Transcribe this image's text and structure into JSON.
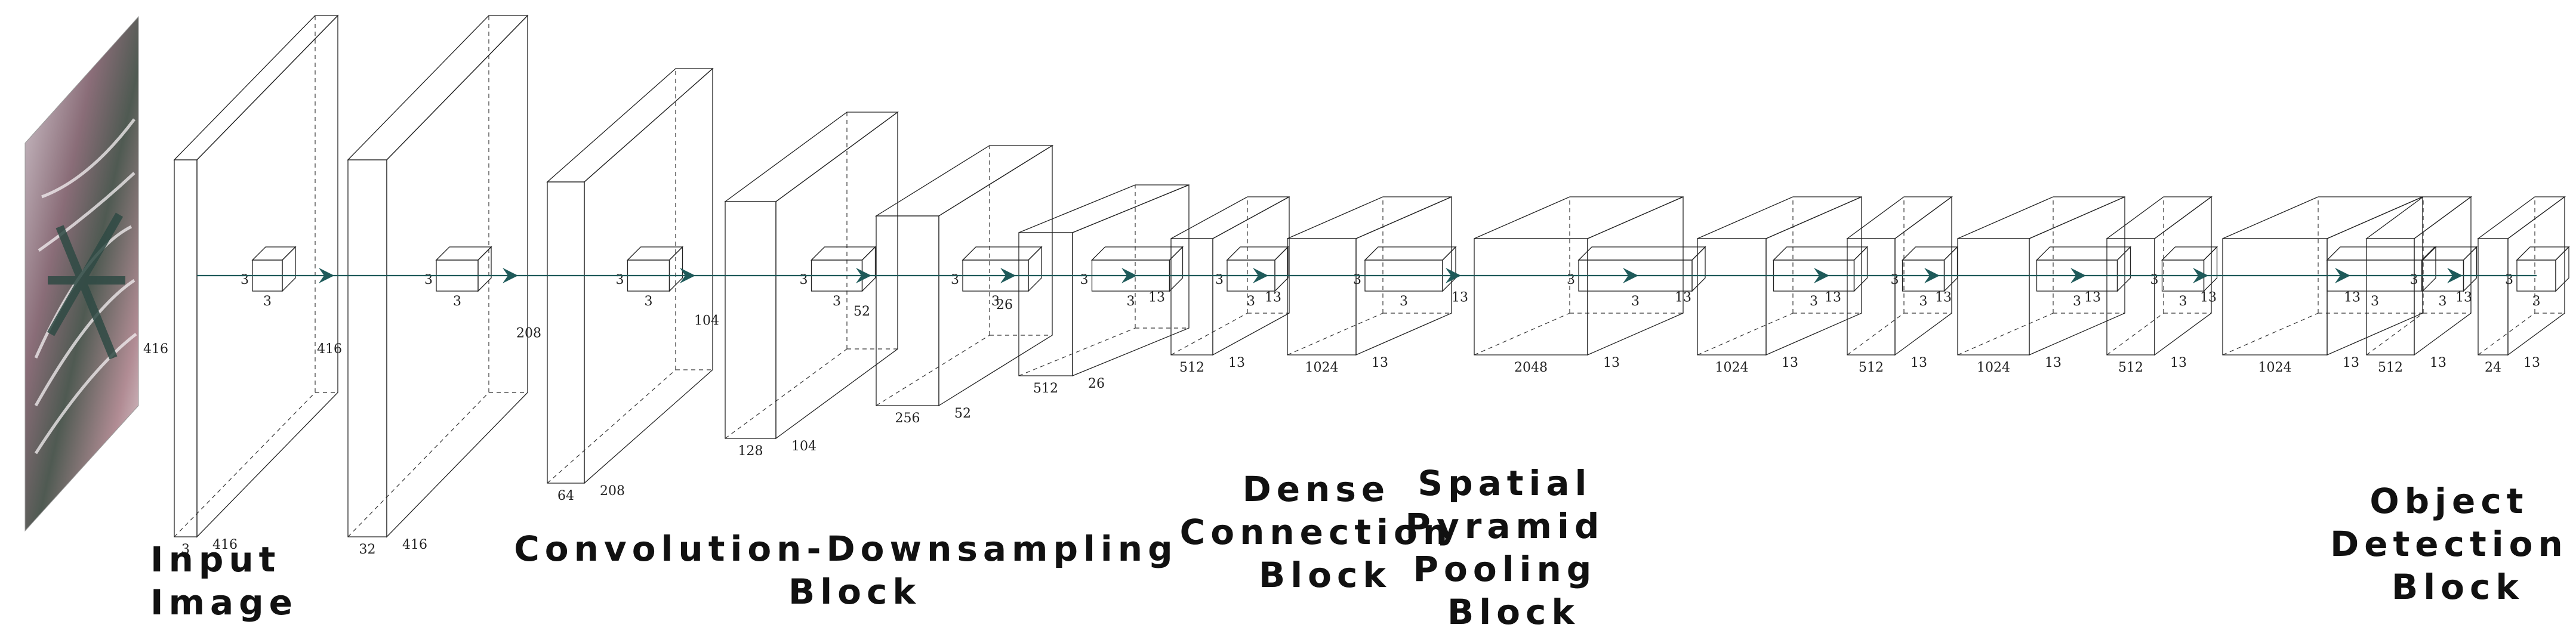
{
  "colors": {
    "conv_yellow": "#f6e3b4",
    "conv_yellow_dark": "#b8ab9a",
    "down_red": "#ff9a9f",
    "down_red_dark": "#b89093",
    "dense_blue": "#7fb2e0",
    "dense_blue_dark": "#8e9aa8",
    "spp_green": "#6fd6b2",
    "spp_green_dark": "#5f9e8e",
    "kernel_orange": "#f0c274",
    "kernel_red": "#e33a3a",
    "kernel_blue": "#1f7fc2",
    "kernel_green": "#1fb37a",
    "arrow": "#1e5a5a"
  },
  "input_image": {
    "icon": "input-image-photo"
  },
  "layers": [
    {
      "id": "conv1",
      "color": "yellow",
      "kernel": "orange",
      "left_label": "416",
      "bottom_label": "3",
      "depth_label": "416",
      "k_left": "3",
      "k_bottom": "3"
    },
    {
      "id": "conv2",
      "color": "yellow",
      "kernel": "orange",
      "left_label": "416",
      "bottom_label": "32",
      "depth_label": "416",
      "k_left": "3",
      "k_bottom": "3"
    },
    {
      "id": "down1",
      "color": "red",
      "kernel": "red",
      "left_label": "208",
      "bottom_label": "64",
      "depth_label": "208",
      "k_left": "3",
      "k_bottom": "3"
    },
    {
      "id": "down2",
      "color": "red",
      "kernel": "red",
      "left_label": "104",
      "bottom_label": "128",
      "depth_label": "104",
      "k_left": "3",
      "k_bottom": "3"
    },
    {
      "id": "down3",
      "color": "red",
      "kernel": "red",
      "left_label": "52",
      "bottom_label": "256",
      "depth_label": "52",
      "k_left": "3",
      "k_bottom": "3"
    },
    {
      "id": "down4",
      "color": "red",
      "kernel": "red",
      "left_label": "26",
      "bottom_label": "512",
      "depth_label": "26",
      "k_left": "3",
      "k_bottom": "3"
    },
    {
      "id": "down5",
      "color": "red",
      "kernel": "red",
      "left_label": "13",
      "bottom_label": "512",
      "depth_label": "13",
      "k_left": "3",
      "k_bottom": "3"
    },
    {
      "id": "dense",
      "color": "blue",
      "kernel": "blue",
      "left_label": "13",
      "bottom_label": "1024",
      "depth_label": "13",
      "k_left": "3",
      "k_bottom": "3"
    },
    {
      "id": "spp",
      "color": "green",
      "kernel": "green",
      "left_label": "13",
      "bottom_label": "2048",
      "depth_label": "13",
      "k_left": "3",
      "k_bottom": "3"
    },
    {
      "id": "det1",
      "color": "yellow",
      "kernel": "orange",
      "left_label": "13",
      "bottom_label": "1024",
      "depth_label": "13",
      "k_left": "",
      "k_bottom": "3"
    },
    {
      "id": "det2",
      "color": "yellow",
      "kernel": "orange",
      "left_label": "13",
      "bottom_label": "512",
      "depth_label": "13",
      "k_left": "3",
      "k_bottom": "3"
    },
    {
      "id": "det3",
      "color": "yellow",
      "kernel": "orange",
      "left_label": "13",
      "bottom_label": "1024",
      "depth_label": "13",
      "k_left": "",
      "k_bottom": "3"
    },
    {
      "id": "det4",
      "color": "yellow",
      "kernel": "orange",
      "left_label": "13",
      "bottom_label": "512",
      "depth_label": "13",
      "k_left": "3",
      "k_bottom": "3"
    },
    {
      "id": "det5",
      "color": "yellow",
      "kernel": "orange",
      "left_label": "13",
      "bottom_label": "1024",
      "depth_label": "13",
      "k_left": "",
      "k_bottom": "3"
    },
    {
      "id": "det6",
      "color": "yellow",
      "kernel": "orange",
      "left_label": "13",
      "bottom_label": "512",
      "depth_label": "13",
      "k_left": "3",
      "k_bottom": "3"
    },
    {
      "id": "det7",
      "color": "yellow",
      "kernel": "orange",
      "left_label": "13",
      "bottom_label": "24",
      "depth_label": "13",
      "k_left": "3",
      "k_bottom": "3"
    }
  ],
  "labels": {
    "input": [
      "Input",
      "Image"
    ],
    "conv_down": [
      "Convolution-Downsampling",
      "Block"
    ],
    "dense": [
      "Dense",
      "Connection",
      "Block"
    ],
    "spp": [
      "Spatial",
      "Pyramid",
      "Pooling",
      "Block"
    ],
    "detection": [
      "Object",
      "Detection",
      "Block"
    ]
  }
}
